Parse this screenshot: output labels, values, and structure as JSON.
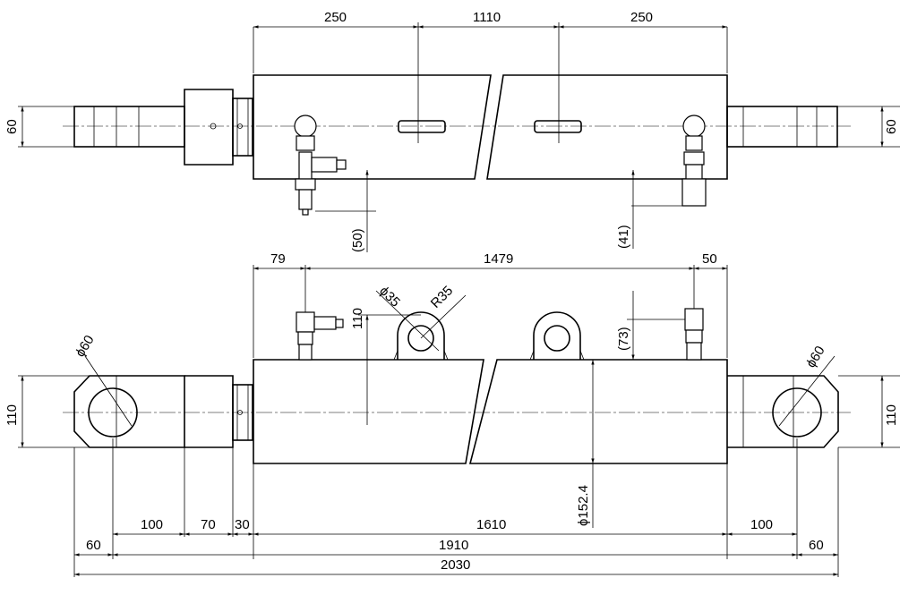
{
  "top_view": {
    "dims": {
      "left_250": "250",
      "middle_1110": "1110",
      "right_250": "250",
      "left_height_60": "60",
      "right_height_60": "60",
      "offset_50": "(50)",
      "offset_41": "(41)"
    }
  },
  "front_view": {
    "dims": {
      "d79": "79",
      "d1479": "1479",
      "d50": "50",
      "dia35": "ϕ35",
      "r35": "R35",
      "h110_lug": "110",
      "h73": "(73)",
      "dia60_left": "ϕ60",
      "dia60_right": "ϕ60",
      "h110_left": "110",
      "h110_right": "110",
      "dia152": "ϕ152.4"
    },
    "bottom_dims": {
      "d100_left": "100",
      "d70": "70",
      "d30": "30",
      "d1610": "1610",
      "d100_right": "100",
      "d60_left": "60",
      "d1910": "1910",
      "d60_right": "60",
      "d2030": "2030"
    }
  }
}
